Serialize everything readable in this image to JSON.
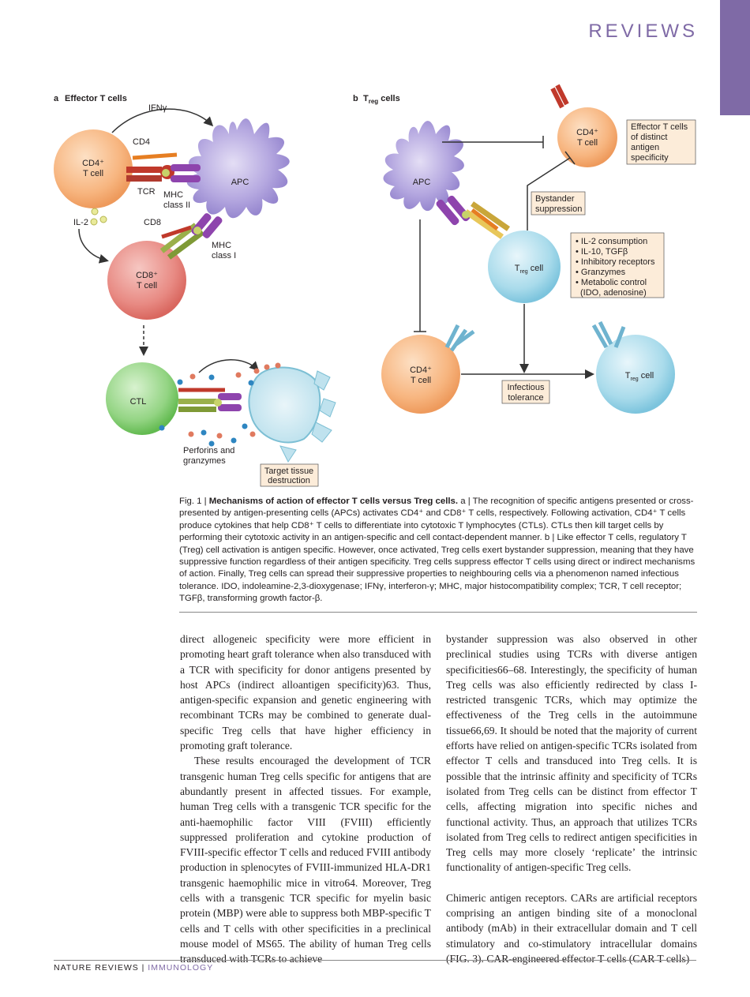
{
  "header": {
    "section": "REVIEWS"
  },
  "figure": {
    "panel_a": {
      "letter": "a",
      "title": "Effector T cells"
    },
    "panel_b": {
      "letter": "b",
      "title_pre": "T",
      "title_sub": "reg",
      "title_post": " cells"
    },
    "labels": {
      "ifng": "IFNγ",
      "cd4": "CD4",
      "tcr": "TCR",
      "mhc2_1": "MHC",
      "mhc2_2": "class II",
      "il2": "IL-2",
      "cd8": "CD8",
      "mhc1_1": "MHC",
      "mhc1_2": "class I",
      "cd4_cell_1": "CD4⁺",
      "cd4_cell_2": "T cell",
      "cd8_cell_1": "CD8⁺",
      "cd8_cell_2": "T cell",
      "apc": "APC",
      "ctl": "CTL",
      "perforins_1": "Perforins and",
      "perforins_2": "granzymes",
      "target_1": "Target tissue",
      "target_2": "destruction",
      "apc_b": "APC",
      "eff_cell_1": "CD4⁺",
      "eff_cell_2": "T cell",
      "eff_box_1": "Effector T cells",
      "eff_box_2": "of distinct",
      "eff_box_3": "antigen",
      "eff_box_4": "specificity",
      "bystander_1": "Bystander",
      "bystander_2": "suppression",
      "treg_T": "T",
      "treg_sub": "reg",
      "treg_cell": "cell",
      "mech_1": "• IL-2 consumption",
      "mech_2": "• IL-10, TGFβ",
      "mech_3": "• Inhibitory receptors",
      "mech_4": "• Granzymes",
      "mech_5": "• Metabolic control",
      "mech_6": "(IDO, adenosine)",
      "cd4_b_1": "CD4⁺",
      "cd4_b_2": "T cell",
      "infectious_1": "Infectious",
      "infectious_2": "tolerance"
    }
  },
  "caption": {
    "lead": "Fig. 1 | ",
    "title": "Mechanisms of action of effector T cells versus Treg cells.",
    "text": "a | The recognition of specific antigens presented or cross-presented by antigen-presenting cells (APCs) activates CD4⁺ and CD8⁺ T cells, respectively. Following activation, CD4⁺ T cells produce cytokines that help CD8⁺ T cells to differentiate into cytotoxic T lymphocytes (CTLs). CTLs then kill target cells by performing their cytotoxic activity in an antigen-specific and cell contact-dependent manner. b | Like effector T cells, regulatory T (Treg) cell activation is antigen specific. However, once activated, Treg cells exert bystander suppression, meaning that they have suppressive function regardless of their antigen specificity. Treg cells suppress effector T cells using direct or indirect mechanisms of action. Finally, Treg cells can spread their suppressive properties to neighbouring cells via a phenomenon named infectious tolerance. IDO, indoleamine-2,3-dioxygenase; IFNγ, interferon-γ; MHC, major histocompatibility complex; TCR, T cell receptor; TGFβ, transforming growth factor-β."
  },
  "body": {
    "col1": [
      "direct allogeneic specificity were more efficient in promoting heart graft tolerance when also transduced with a TCR with specificity for donor antigens presented by host APCs (indirect alloantigen specificity)63. Thus, antigen-specific expansion and genetic engineering with recombinant TCRs may be combined to generate dual-specific Treg cells that have higher efficiency in promoting graft tolerance.",
      "These results encouraged the development of TCR transgenic human Treg cells specific for antigens that are abundantly present in affected tissues. For example, human Treg cells with a transgenic TCR specific for the anti-haemophilic factor VIII (FVIII) efficiently suppressed proliferation and cytokine production of FVIII-specific effector T cells and reduced FVIII antibody production in splenocytes of FVIII-immunized HLA-DR1 transgenic haemophilic mice in vitro64. Moreover, Treg cells with a transgenic TCR specific for myelin basic protein (MBP) were able to suppress both MBP-specific T cells and T cells with other specificities in a preclinical mouse model of MS65. The ability of human Treg cells transduced with TCRs to achieve"
    ],
    "col2": [
      "bystander suppression was also observed in other preclinical studies using TCRs with diverse antigen specificities66–68. Interestingly, the specificity of human Treg cells was also efficiently redirected by class I-restricted transgenic TCRs, which may optimize the effectiveness of the Treg cells in the autoimmune tissue66,69. It should be noted that the majority of current efforts have relied on antigen-specific TCRs isolated from effector T cells and transduced into Treg cells. It is possible that the intrinsic affinity and specificity of TCRs isolated from Treg cells can be distinct from effector T cells, affecting migration into specific niches and functional activity. Thus, an approach that utilizes TCRs isolated from Treg cells to redirect antigen specificities in Treg cells may more closely ‘replicate’ the intrinsic functionality of antigen-specific Treg cells.",
      "Chimeric antigen receptors. CARs are artificial receptors comprising an antigen binding site of a monoclonal antibody (mAb) in their extracellular domain and T cell stimulatory and co-stimulatory intracellular domains (FIG. 3). CAR-engineered effector T cells (CAR T cells)"
    ]
  },
  "footer": {
    "journal": "NATURE REVIEWS",
    "sep": " | ",
    "section": "IMMUNOLOGY"
  },
  "colors": {
    "accent": "#7f6aa6",
    "cd4": "#f6b27a",
    "cd8": "#e57f78",
    "apc": "#a697d6",
    "treg": "#9fd3e6",
    "ctl": "#8fd27d"
  }
}
